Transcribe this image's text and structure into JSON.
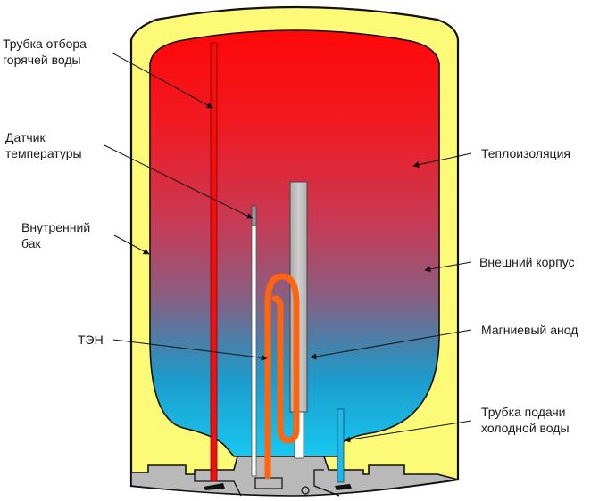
{
  "diagram": {
    "subject": "Electric storage water heater (boiler) cross-section",
    "colors": {
      "outer_shell_fill": "#fdfa78",
      "outline": "#111111",
      "hot_water_top": "#ff0a0a",
      "warm_water_mid": "#a05070",
      "cold_water_bottom": "#18c0ec",
      "hot_pipe": "#ee1111",
      "cold_pipe": "#20b8e8",
      "heating_element": "#ff6410",
      "anode": "#bdbdbd",
      "base_flange": "#b8b8b8",
      "sensor_tube": "#ffffff"
    },
    "labels": {
      "hot_water_pipe": "Трубка отбора\nгорячей воды",
      "temp_sensor": "Датчик\nтемпературы",
      "inner_tank": "Внутренний\nбак",
      "heating_element": "ТЭН",
      "insulation": "Теплоизоляция",
      "outer_casing": "Внешний корпус",
      "magnesium_anode": "Магниевый анод",
      "cold_water_pipe": "Трубка подачи\nхолодной воды"
    }
  }
}
